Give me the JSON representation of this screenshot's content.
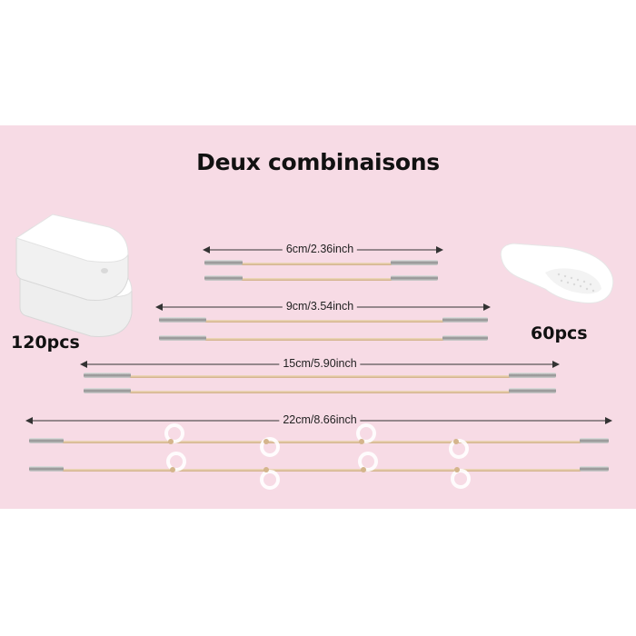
{
  "title": "Deux combinaisons",
  "left_count": "120pcs",
  "right_count": "60pcs",
  "sizes": {
    "s6": "6cm/2.36inch",
    "s9": "9cm/3.54inch",
    "s15": "15cm/5.90inch",
    "s22": "22cm/8.66inch"
  },
  "colors": {
    "background": "#f7dbe5",
    "cord": "#e5c9a3",
    "metal_tip": "#9a9a9a"
  }
}
